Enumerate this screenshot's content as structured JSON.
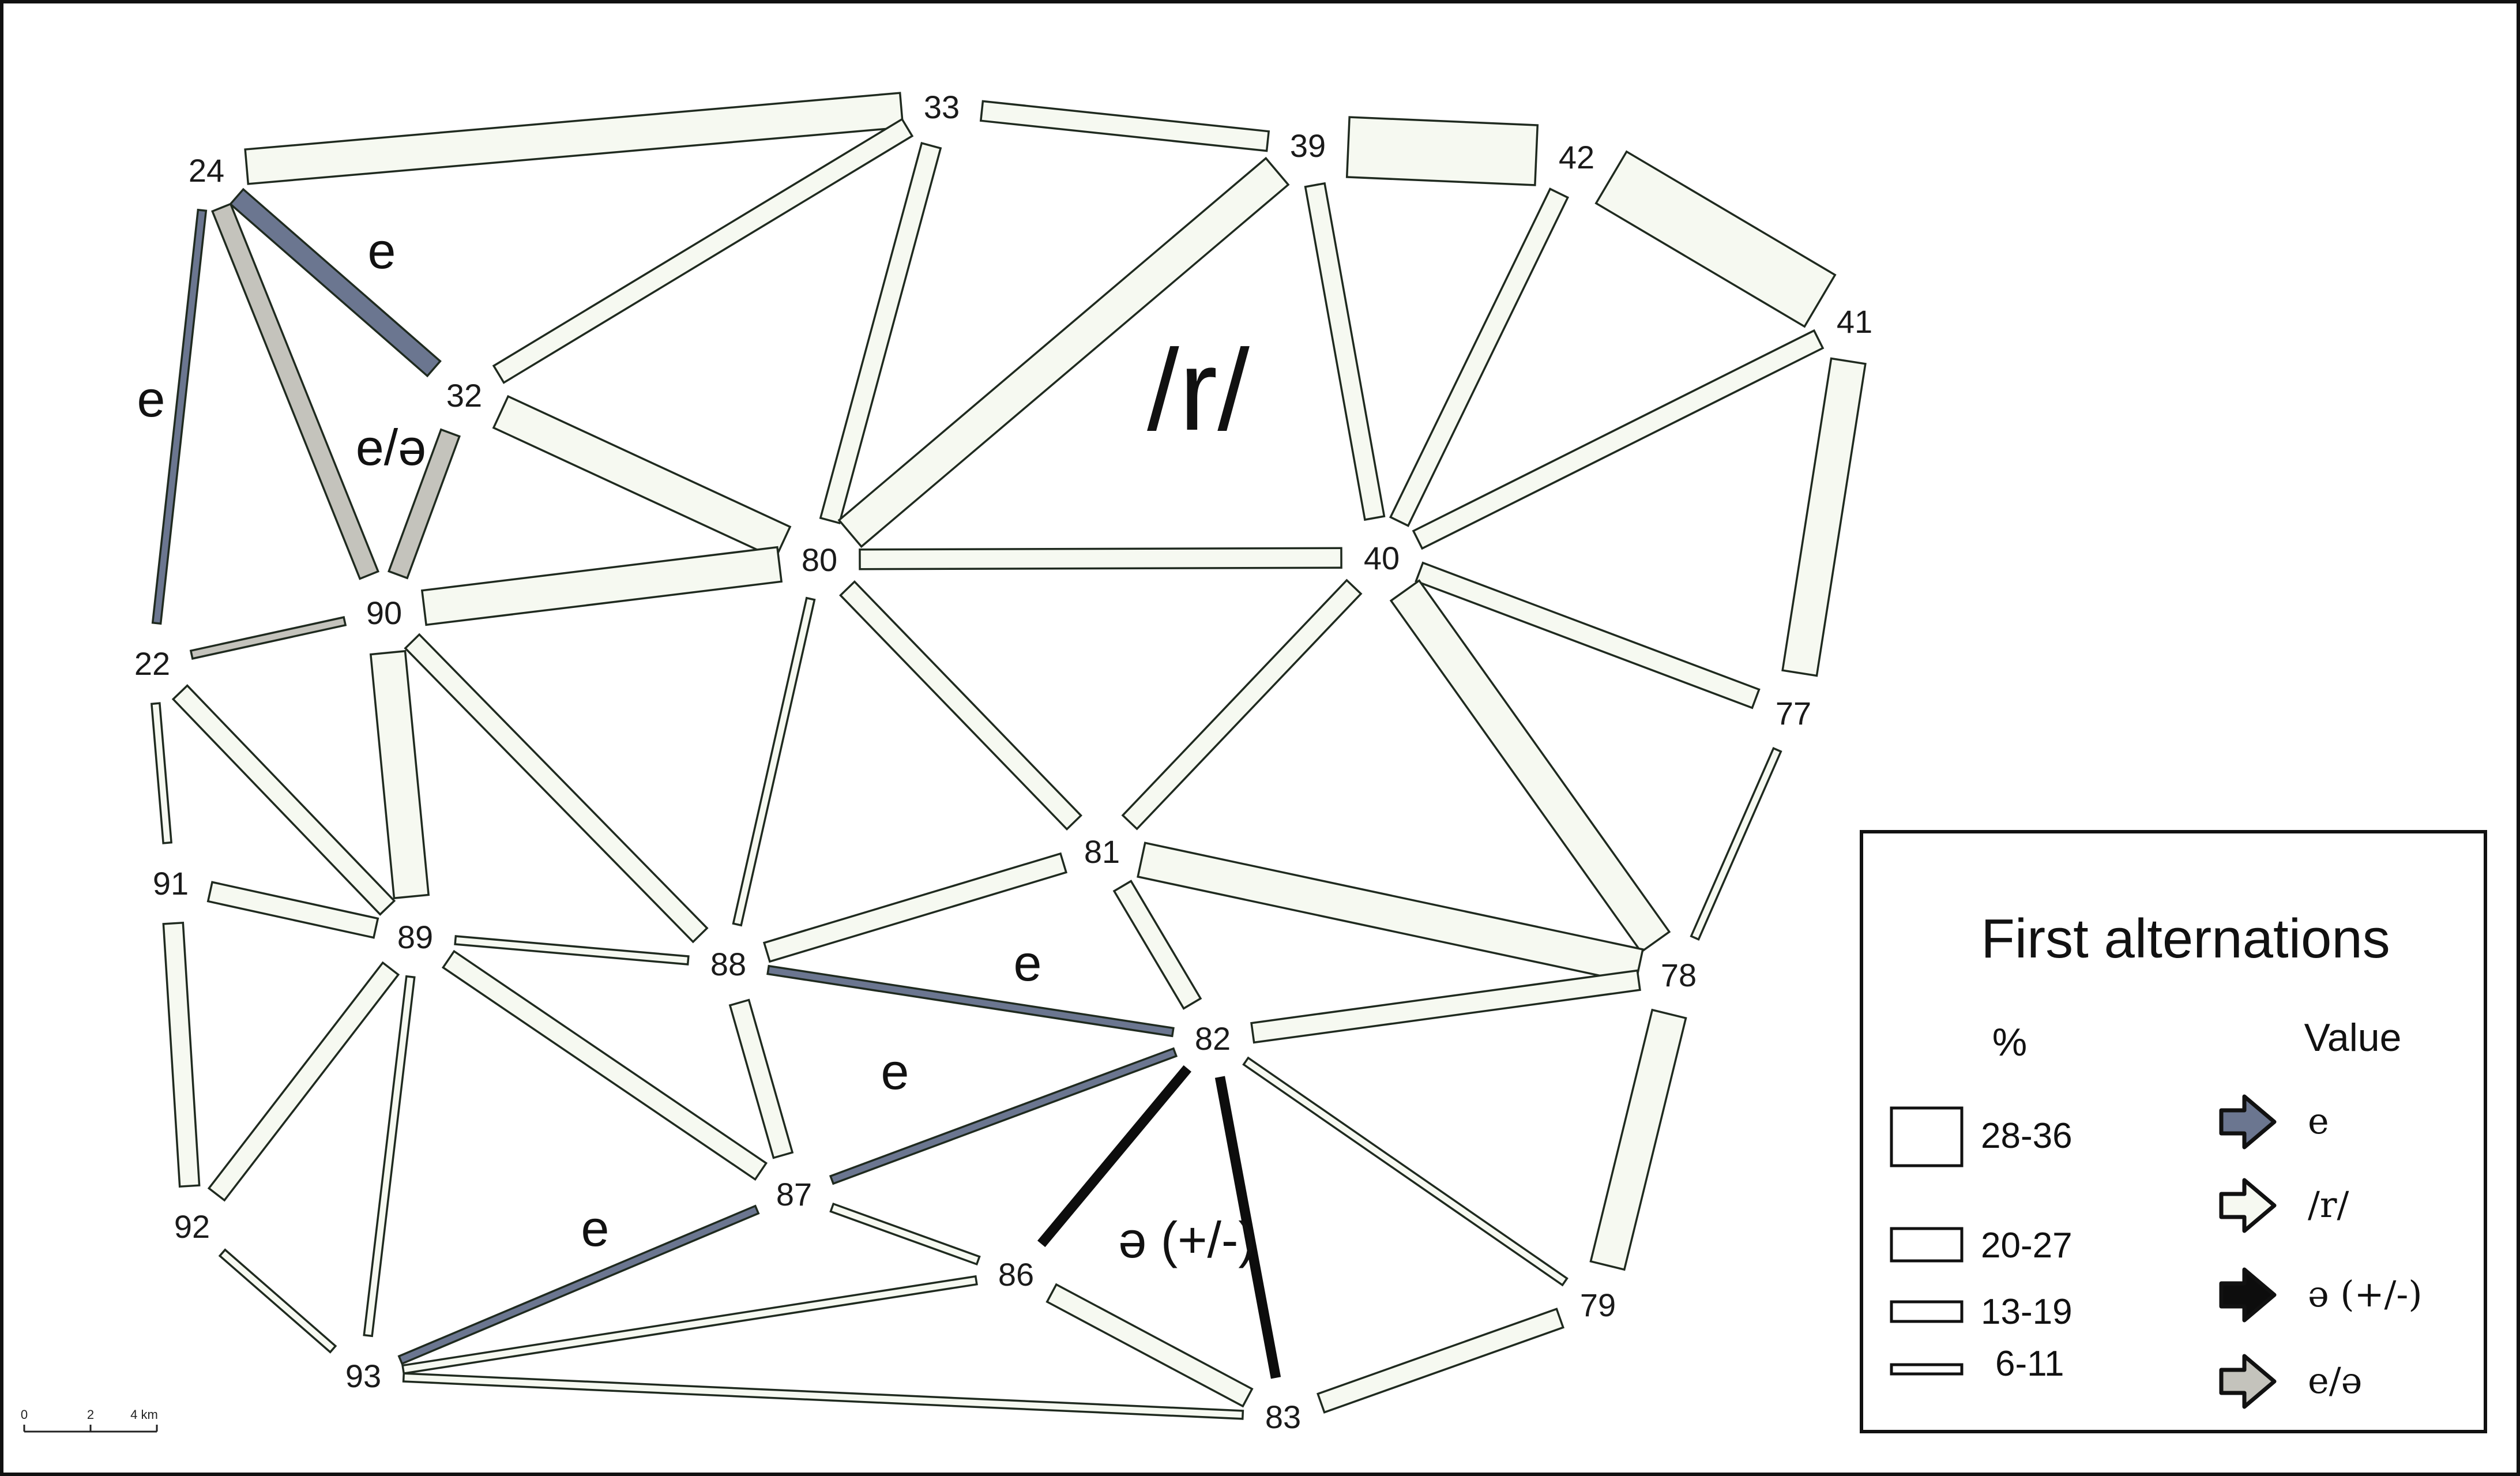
{
  "map": {
    "center_label": "/r/",
    "nodes": [
      {
        "id": "24",
        "label": "24"
      },
      {
        "id": "33",
        "label": "33"
      },
      {
        "id": "39",
        "label": "39"
      },
      {
        "id": "42",
        "label": "42"
      },
      {
        "id": "41",
        "label": "41"
      },
      {
        "id": "32",
        "label": "32"
      },
      {
        "id": "80",
        "label": "80"
      },
      {
        "id": "40",
        "label": "40"
      },
      {
        "id": "90",
        "label": "90"
      },
      {
        "id": "22",
        "label": "22"
      },
      {
        "id": "77",
        "label": "77"
      },
      {
        "id": "81",
        "label": "81"
      },
      {
        "id": "91",
        "label": "91"
      },
      {
        "id": "89",
        "label": "89"
      },
      {
        "id": "88",
        "label": "88"
      },
      {
        "id": "78",
        "label": "78"
      },
      {
        "id": "82",
        "label": "82"
      },
      {
        "id": "87",
        "label": "87"
      },
      {
        "id": "92",
        "label": "92"
      },
      {
        "id": "86",
        "label": "86"
      },
      {
        "id": "79",
        "label": "79"
      },
      {
        "id": "93",
        "label": "93"
      },
      {
        "id": "83",
        "label": "83"
      }
    ],
    "edges": [
      {
        "from": "24",
        "to": "33",
        "value": "/r/",
        "pct_class": "20-27"
      },
      {
        "from": "33",
        "to": "39",
        "value": "/r/",
        "pct_class": "13-19"
      },
      {
        "from": "39",
        "to": "42",
        "value": "/r/",
        "pct_class": "28-36"
      },
      {
        "from": "42",
        "to": "41",
        "value": "/r/",
        "pct_class": "28-36"
      },
      {
        "from": "24",
        "to": "32",
        "value": "e",
        "pct_class": "13-19"
      },
      {
        "from": "24",
        "to": "22",
        "value": "e",
        "pct_class": "6-11"
      },
      {
        "from": "24",
        "to": "90",
        "value": "e/ə",
        "pct_class": "13-19"
      },
      {
        "from": "32",
        "to": "90",
        "value": "e/ə",
        "pct_class": "13-19"
      },
      {
        "from": "33",
        "to": "32",
        "value": "/r/",
        "pct_class": "13-19"
      },
      {
        "from": "33",
        "to": "80",
        "value": "/r/",
        "pct_class": "13-19"
      },
      {
        "from": "39",
        "to": "80",
        "value": "/r/",
        "pct_class": "20-27"
      },
      {
        "from": "39",
        "to": "40",
        "value": "/r/",
        "pct_class": "13-19"
      },
      {
        "from": "42",
        "to": "40",
        "value": "/r/",
        "pct_class": "13-19"
      },
      {
        "from": "41",
        "to": "40",
        "value": "/r/",
        "pct_class": "13-19"
      },
      {
        "from": "41",
        "to": "77",
        "value": "/r/",
        "pct_class": "20-27"
      },
      {
        "from": "32",
        "to": "80",
        "value": "/r/",
        "pct_class": "20-27"
      },
      {
        "from": "90",
        "to": "80",
        "value": "/r/",
        "pct_class": "20-27"
      },
      {
        "from": "80",
        "to": "40",
        "value": "/r/",
        "pct_class": "13-19"
      },
      {
        "from": "22",
        "to": "90",
        "value": "e/ə",
        "pct_class": "6-11"
      },
      {
        "from": "40",
        "to": "77",
        "value": "/r/",
        "pct_class": "13-19"
      },
      {
        "from": "80",
        "to": "81",
        "value": "/r/",
        "pct_class": "13-19"
      },
      {
        "from": "40",
        "to": "81",
        "value": "/r/",
        "pct_class": "13-19"
      },
      {
        "from": "80",
        "to": "88",
        "value": "/r/",
        "pct_class": "6-11"
      },
      {
        "from": "40",
        "to": "78",
        "value": "/r/",
        "pct_class": "20-27"
      },
      {
        "from": "77",
        "to": "78",
        "value": "/r/",
        "pct_class": "6-11"
      },
      {
        "from": "22",
        "to": "91",
        "value": "/r/",
        "pct_class": "6-11"
      },
      {
        "from": "22",
        "to": "89",
        "value": "/r/",
        "pct_class": "13-19"
      },
      {
        "from": "90",
        "to": "89",
        "value": "/r/",
        "pct_class": "20-27"
      },
      {
        "from": "90",
        "to": "88",
        "value": "/r/",
        "pct_class": "13-19"
      },
      {
        "from": "81",
        "to": "88",
        "value": "/r/",
        "pct_class": "13-19"
      },
      {
        "from": "81",
        "to": "78",
        "value": "/r/",
        "pct_class": "20-27"
      },
      {
        "from": "81",
        "to": "82",
        "value": "/r/",
        "pct_class": "13-19"
      },
      {
        "from": "91",
        "to": "89",
        "value": "/r/",
        "pct_class": "13-19"
      },
      {
        "from": "89",
        "to": "88",
        "value": "/r/",
        "pct_class": "6-11"
      },
      {
        "from": "88",
        "to": "82",
        "value": "e",
        "pct_class": "6-11"
      },
      {
        "from": "82",
        "to": "78",
        "value": "/r/",
        "pct_class": "13-19"
      },
      {
        "from": "91",
        "to": "92",
        "value": "/r/",
        "pct_class": "13-19"
      },
      {
        "from": "89",
        "to": "92",
        "value": "/r/",
        "pct_class": "13-19"
      },
      {
        "from": "89",
        "to": "87",
        "value": "/r/",
        "pct_class": "13-19"
      },
      {
        "from": "89",
        "to": "93",
        "value": "/r/",
        "pct_class": "6-11"
      },
      {
        "from": "88",
        "to": "87",
        "value": "/r/",
        "pct_class": "13-19"
      },
      {
        "from": "82",
        "to": "87",
        "value": "e",
        "pct_class": "6-11"
      },
      {
        "from": "82",
        "to": "86",
        "value": "ə (+/-)",
        "pct_class": "6-11"
      },
      {
        "from": "82",
        "to": "83",
        "value": "ə (+/-)",
        "pct_class": "6-11"
      },
      {
        "from": "82",
        "to": "79",
        "value": "/r/",
        "pct_class": "6-11"
      },
      {
        "from": "78",
        "to": "79",
        "value": "/r/",
        "pct_class": "20-27"
      },
      {
        "from": "87",
        "to": "86",
        "value": "/r/",
        "pct_class": "6-11"
      },
      {
        "from": "92",
        "to": "93",
        "value": "/r/",
        "pct_class": "6-11"
      },
      {
        "from": "87",
        "to": "93",
        "value": "e",
        "pct_class": "6-11"
      },
      {
        "from": "86",
        "to": "93",
        "value": "/r/",
        "pct_class": "6-11"
      },
      {
        "from": "86",
        "to": "83",
        "value": "/r/",
        "pct_class": "13-19"
      },
      {
        "from": "93",
        "to": "83",
        "value": "/r/",
        "pct_class": "6-11"
      },
      {
        "from": "83",
        "to": "79",
        "value": "/r/",
        "pct_class": "13-19"
      }
    ],
    "edge_labels": [
      {
        "text": "e",
        "edge": "24-32"
      },
      {
        "text": "e",
        "edge": "24-22"
      },
      {
        "text": "e/ə",
        "edge": "32-90"
      },
      {
        "text": "e",
        "edge": "88-82"
      },
      {
        "text": "e",
        "edge": "82-87"
      },
      {
        "text": "e",
        "edge": "87-93"
      },
      {
        "text": "ə (+/-)",
        "edge": "82-86"
      }
    ],
    "scale_bar": {
      "ticks": [
        "0",
        "2",
        "4 km"
      ]
    }
  },
  "legend": {
    "title": "First alternations",
    "pct_header": "%",
    "value_header": "Value",
    "pct_classes": [
      "28-36",
      "20-27",
      "13-19",
      "6-11"
    ],
    "values": [
      {
        "label": "e",
        "color": "#6b7690"
      },
      {
        "label": "/r/",
        "color": "#f6f9f1"
      },
      {
        "label": "ə (+/-)",
        "color": "#0d0d0d"
      },
      {
        "label": "e/ə",
        "color": "#c4c3bc"
      }
    ]
  },
  "colors": {
    "e": "#6b7690",
    "/r/": "#f6f9f1",
    "ə (+/-)": "#0d0d0d",
    "e/ə": "#c4c3bc",
    "outline": "#1f2a1f"
  }
}
